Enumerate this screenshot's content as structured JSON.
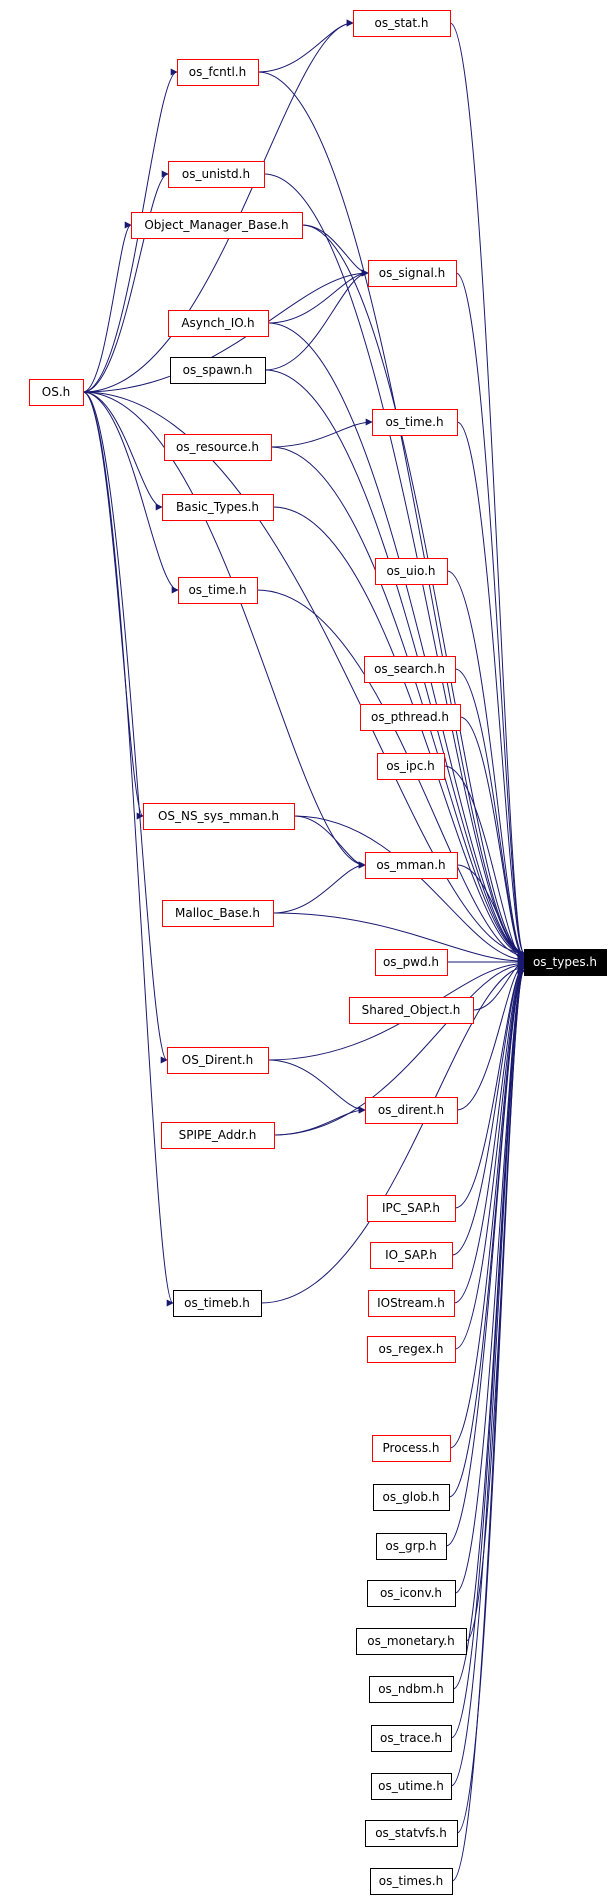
{
  "nodes": [
    {
      "id": "os_stat",
      "label": "os_stat.h",
      "style": "red"
    },
    {
      "id": "os_fcntl",
      "label": "os_fcntl.h",
      "style": "red"
    },
    {
      "id": "os_unistd",
      "label": "os_unistd.h",
      "style": "red"
    },
    {
      "id": "object_manager_base",
      "label": "Object_Manager_Base.h",
      "style": "red"
    },
    {
      "id": "os_signal",
      "label": "os_signal.h",
      "style": "red"
    },
    {
      "id": "asynch_io",
      "label": "Asynch_IO.h",
      "style": "red"
    },
    {
      "id": "os_spawn",
      "label": "os_spawn.h",
      "style": "black"
    },
    {
      "id": "os_h",
      "label": "OS.h",
      "style": "red"
    },
    {
      "id": "os_time_1",
      "label": "os_time.h",
      "style": "red"
    },
    {
      "id": "os_resource",
      "label": "os_resource.h",
      "style": "red"
    },
    {
      "id": "basic_types",
      "label": "Basic_Types.h",
      "style": "red"
    },
    {
      "id": "os_uio",
      "label": "os_uio.h",
      "style": "red"
    },
    {
      "id": "os_time_2",
      "label": "os_time.h",
      "style": "red"
    },
    {
      "id": "os_search",
      "label": "os_search.h",
      "style": "red"
    },
    {
      "id": "os_pthread",
      "label": "os_pthread.h",
      "style": "red"
    },
    {
      "id": "os_ipc",
      "label": "os_ipc.h",
      "style": "red"
    },
    {
      "id": "os_ns_sys_mman",
      "label": "OS_NS_sys_mman.h",
      "style": "red"
    },
    {
      "id": "os_mman",
      "label": "os_mman.h",
      "style": "red"
    },
    {
      "id": "malloc_base",
      "label": "Malloc_Base.h",
      "style": "red"
    },
    {
      "id": "os_pwd",
      "label": "os_pwd.h",
      "style": "red"
    },
    {
      "id": "os_types",
      "label": "os_types.h",
      "style": "target"
    },
    {
      "id": "shared_object",
      "label": "Shared_Object.h",
      "style": "red"
    },
    {
      "id": "os_dirent_upper",
      "label": "OS_Dirent.h",
      "style": "red"
    },
    {
      "id": "os_dirent",
      "label": "os_dirent.h",
      "style": "red"
    },
    {
      "id": "spipe_addr",
      "label": "SPIPE_Addr.h",
      "style": "red"
    },
    {
      "id": "ipc_sap",
      "label": "IPC_SAP.h",
      "style": "red"
    },
    {
      "id": "io_sap",
      "label": "IO_SAP.h",
      "style": "red"
    },
    {
      "id": "iostream",
      "label": "IOStream.h",
      "style": "red"
    },
    {
      "id": "os_timeb",
      "label": "os_timeb.h",
      "style": "black"
    },
    {
      "id": "os_regex",
      "label": "os_regex.h",
      "style": "red"
    },
    {
      "id": "process",
      "label": "Process.h",
      "style": "red"
    },
    {
      "id": "os_glob",
      "label": "os_glob.h",
      "style": "black"
    },
    {
      "id": "os_grp",
      "label": "os_grp.h",
      "style": "black"
    },
    {
      "id": "os_iconv",
      "label": "os_iconv.h",
      "style": "black"
    },
    {
      "id": "os_monetary",
      "label": "os_monetary.h",
      "style": "black"
    },
    {
      "id": "os_ndbm",
      "label": "os_ndbm.h",
      "style": "black"
    },
    {
      "id": "os_trace",
      "label": "os_trace.h",
      "style": "black"
    },
    {
      "id": "os_utime",
      "label": "os_utime.h",
      "style": "black"
    },
    {
      "id": "os_statvfs",
      "label": "os_statvfs.h",
      "style": "black"
    },
    {
      "id": "os_times",
      "label": "os_times.h",
      "style": "black"
    }
  ],
  "edges": [
    [
      "os_fcntl",
      "os_stat"
    ],
    [
      "os_h",
      "os_stat"
    ],
    [
      "os_h",
      "os_fcntl"
    ],
    [
      "os_h",
      "os_unistd"
    ],
    [
      "os_h",
      "object_manager_base"
    ],
    [
      "os_h",
      "os_signal"
    ],
    [
      "os_h",
      "basic_types"
    ],
    [
      "os_h",
      "os_time_2"
    ],
    [
      "os_h",
      "os_ns_sys_mman"
    ],
    [
      "os_h",
      "os_mman"
    ],
    [
      "os_h",
      "os_dirent_upper"
    ],
    [
      "os_h",
      "os_timeb"
    ],
    [
      "os_h",
      "os_types"
    ],
    [
      "object_manager_base",
      "os_signal"
    ],
    [
      "asynch_io",
      "os_signal"
    ],
    [
      "os_spawn",
      "os_signal"
    ],
    [
      "os_resource",
      "os_time_1"
    ],
    [
      "os_ns_sys_mman",
      "os_mman"
    ],
    [
      "malloc_base",
      "os_mman"
    ],
    [
      "os_dirent_upper",
      "os_dirent"
    ],
    [
      "spipe_addr",
      "os_dirent"
    ],
    [
      "os_pwd",
      "os_types"
    ],
    [
      "os_stat",
      "os_types"
    ],
    [
      "os_fcntl",
      "os_types"
    ],
    [
      "os_unistd",
      "os_types"
    ],
    [
      "object_manager_base",
      "os_types"
    ],
    [
      "os_signal",
      "os_types"
    ],
    [
      "asynch_io",
      "os_types"
    ],
    [
      "os_spawn",
      "os_types"
    ],
    [
      "os_time_1",
      "os_types"
    ],
    [
      "os_resource",
      "os_types"
    ],
    [
      "basic_types",
      "os_types"
    ],
    [
      "os_uio",
      "os_types"
    ],
    [
      "os_time_2",
      "os_types"
    ],
    [
      "os_search",
      "os_types"
    ],
    [
      "os_pthread",
      "os_types"
    ],
    [
      "os_ipc",
      "os_types"
    ],
    [
      "os_ns_sys_mman",
      "os_types"
    ],
    [
      "os_mman",
      "os_types"
    ],
    [
      "malloc_base",
      "os_types"
    ],
    [
      "shared_object",
      "os_types"
    ],
    [
      "os_dirent_upper",
      "os_types"
    ],
    [
      "os_dirent",
      "os_types"
    ],
    [
      "spipe_addr",
      "os_types"
    ],
    [
      "ipc_sap",
      "os_types"
    ],
    [
      "io_sap",
      "os_types"
    ],
    [
      "iostream",
      "os_types"
    ],
    [
      "os_timeb",
      "os_types"
    ],
    [
      "os_regex",
      "os_types"
    ],
    [
      "process",
      "os_types"
    ],
    [
      "os_glob",
      "os_types"
    ],
    [
      "os_grp",
      "os_types"
    ],
    [
      "os_iconv",
      "os_types"
    ],
    [
      "os_monetary",
      "os_types"
    ],
    [
      "os_ndbm",
      "os_types"
    ],
    [
      "os_trace",
      "os_types"
    ],
    [
      "os_utime",
      "os_types"
    ],
    [
      "os_statvfs",
      "os_types"
    ],
    [
      "os_times",
      "os_types"
    ]
  ],
  "colors": {
    "edge": "#191970",
    "node_border_red": "#ff0000",
    "node_border_black": "#000000",
    "target_fill": "#000000",
    "target_text": "#ffffff"
  }
}
